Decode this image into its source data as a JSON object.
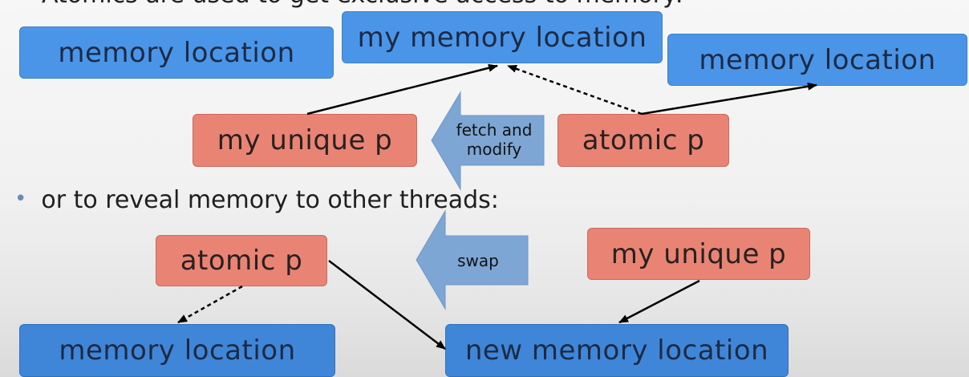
{
  "top_text": "Atomics are used to get exclusive access to memory:",
  "bullet_text": "or to reveal memory to other threads:",
  "top_section": {
    "memory_location_left": "memory location",
    "my_memory_location": "my memory location",
    "memory_location_right": "memory location",
    "my_unique_p": "my unique p",
    "atomic_p": "atomic p",
    "operation_label": "fetch and modify"
  },
  "bottom_section": {
    "atomic_p": "atomic p",
    "my_unique_p": "my unique p",
    "memory_location": "memory location",
    "new_memory_location": "new memory location",
    "operation_label": "swap"
  },
  "colors": {
    "memory_box": "#4a95e8",
    "pointer_box": "#e98474",
    "operation_arrow": "#7ea6d4"
  }
}
